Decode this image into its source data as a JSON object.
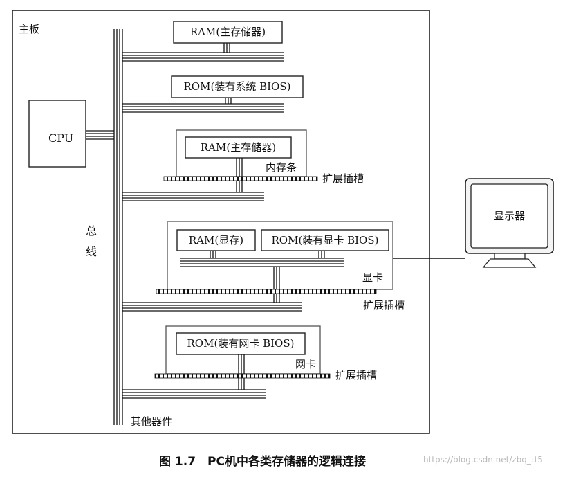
{
  "labels": {
    "motherboard": "主板",
    "cpu": "CPU",
    "bus_char1": "总",
    "bus_char2": "线",
    "ram_main": "RAM(主存储器)",
    "rom_bios": "ROM(装有系统 BIOS)",
    "ram_stick_ram": "RAM(主存储器)",
    "memory_stick": "内存条",
    "slot1": "扩展插槽",
    "ram_vram": "RAM(显存)",
    "rom_vga_bios": "ROM(装有显卡 BIOS)",
    "graphics_card": "显卡",
    "slot2": "扩展插槽",
    "rom_nic_bios": "ROM(装有网卡 BIOS)",
    "network_card": "网卡",
    "slot3": "扩展插槽",
    "other_devices": "其他器件",
    "monitor": "显示器"
  },
  "caption": {
    "text": "图 1.7　PC机中各类存储器的逻辑连接"
  },
  "watermark": {
    "text": "https://blog.csdn.net/zbq_tt5"
  },
  "colors": {
    "line": "#111111",
    "box_border": "#222222",
    "card_border": "#555555",
    "monitor_fill": "#f4f4f4"
  }
}
